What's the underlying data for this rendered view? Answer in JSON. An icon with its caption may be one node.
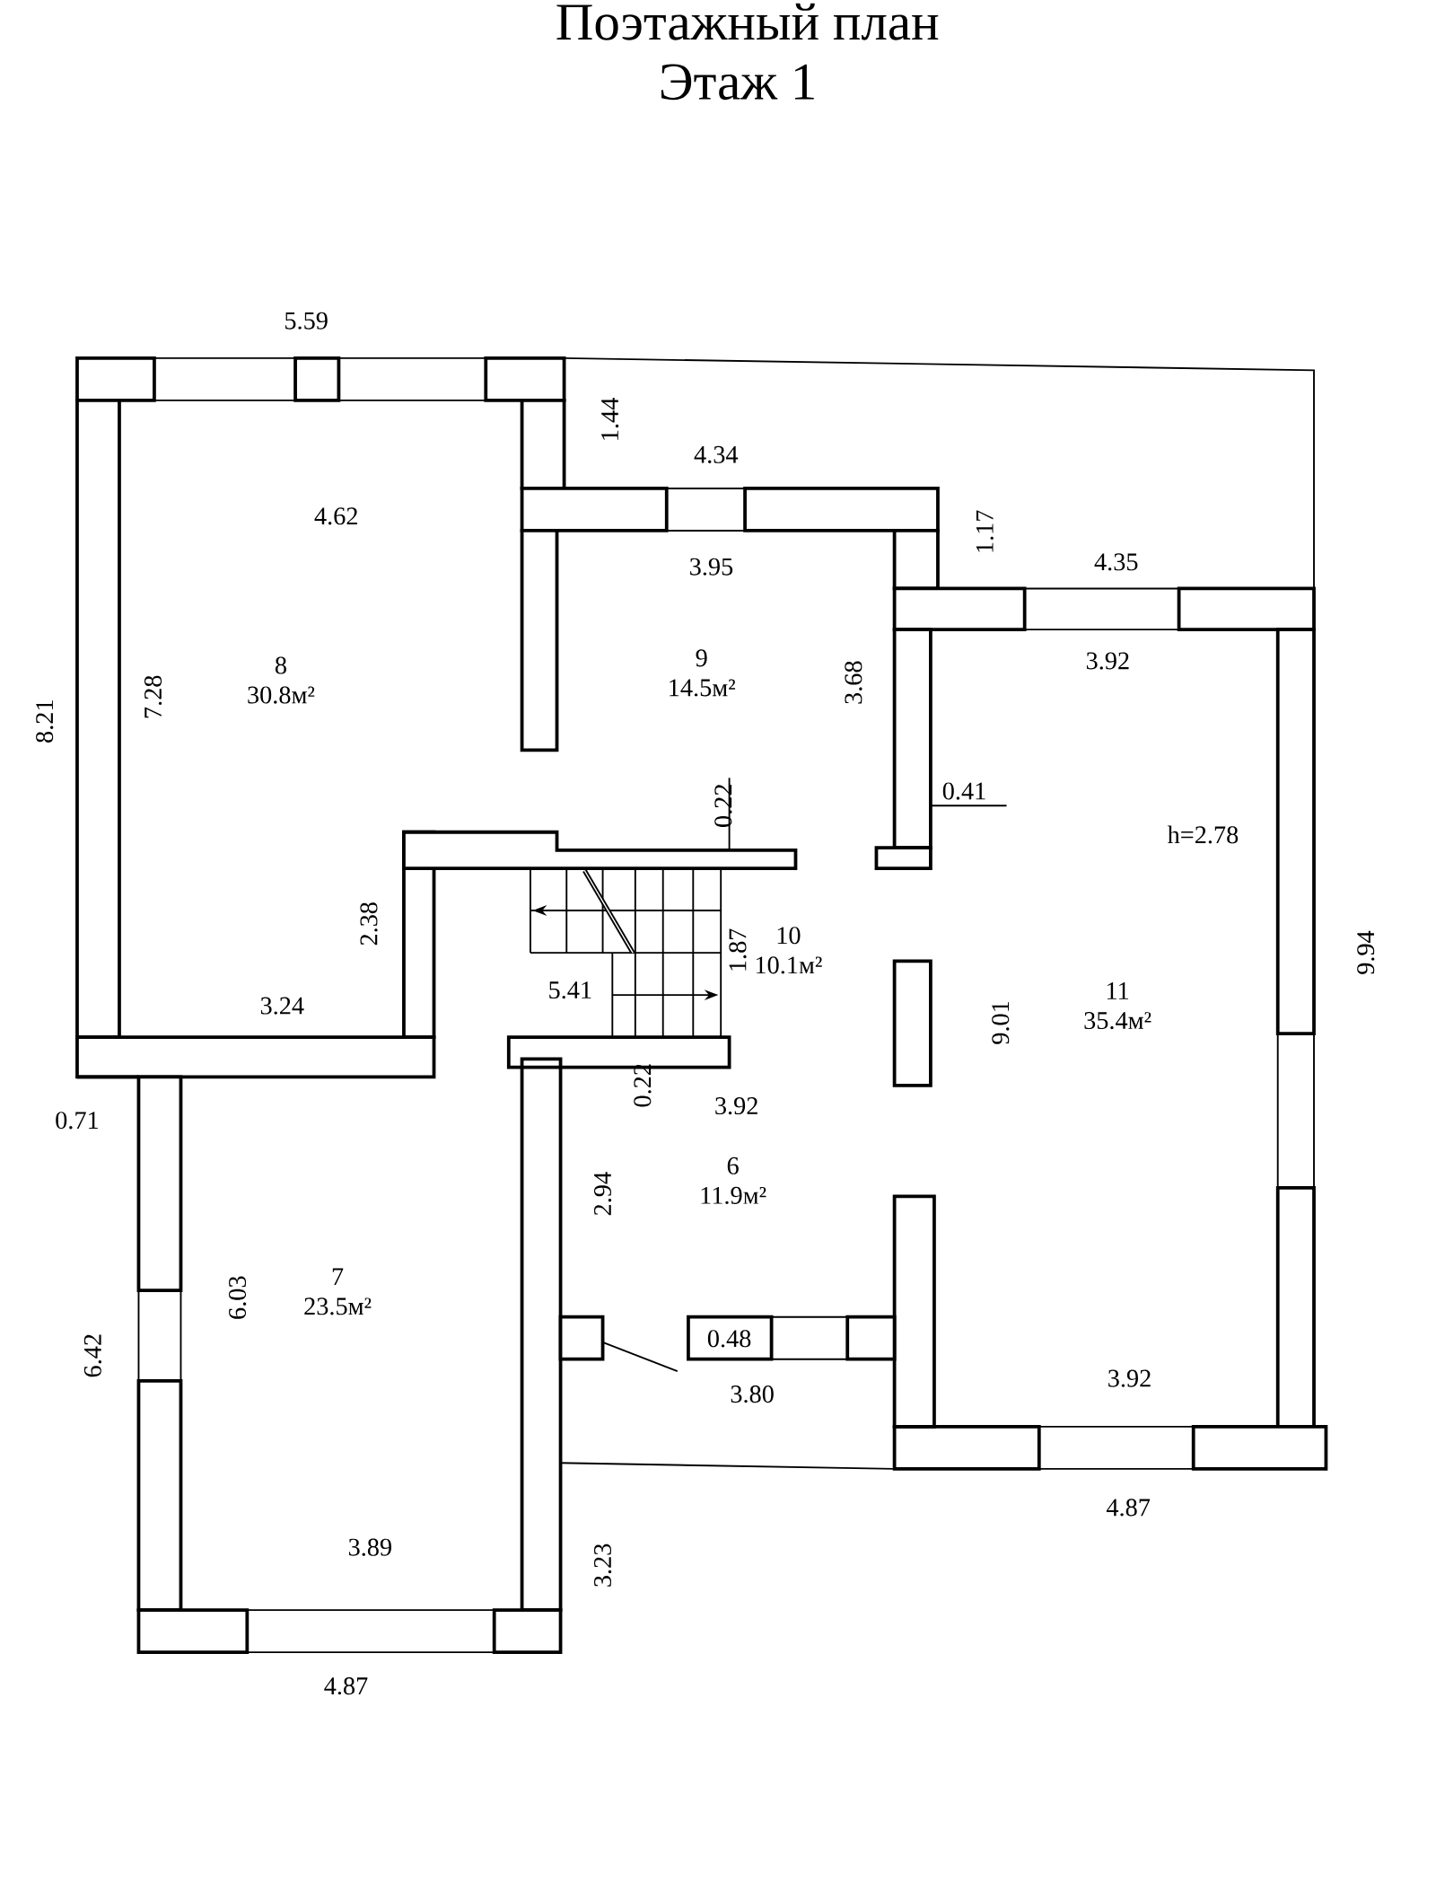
{
  "diagram": {
    "title": "Поэтажный план",
    "nodes": [
      {
        "text": [
          "8",
          "30.8м²"
        ]
      },
      {
        "text": [
          "9",
          "14.5м²"
        ]
      },
      {
        "text": [
          "10",
          "10.1м²"
        ]
      },
      {
        "text": [
          "11",
          "35.4м²"
        ]
      },
      {
        "text": [
          "6",
          "11.9м²"
        ]
      },
      {
        "text": [
          "7",
          "23.5м²"
        ]
      }
    ],
    "labels": [
      "Этаж 1",
      "5.59",
      "1.44",
      "4.34",
      "4.62",
      "1.17",
      "3.95",
      "4.35",
      "8.21",
      "7.28",
      "3.92",
      "3.68",
      "0.22",
      "0.41",
      "h=2.78",
      "2.38",
      "1.87",
      "5.41",
      "3.24",
      "9.01",
      "9.94",
      "0.22",
      "3.92",
      "0.71",
      "2.94",
      "6.03",
      "0.48",
      "3.80",
      "3.92",
      "6.42",
      "3.89",
      "3.23",
      "4.87",
      "4.87"
    ]
  }
}
